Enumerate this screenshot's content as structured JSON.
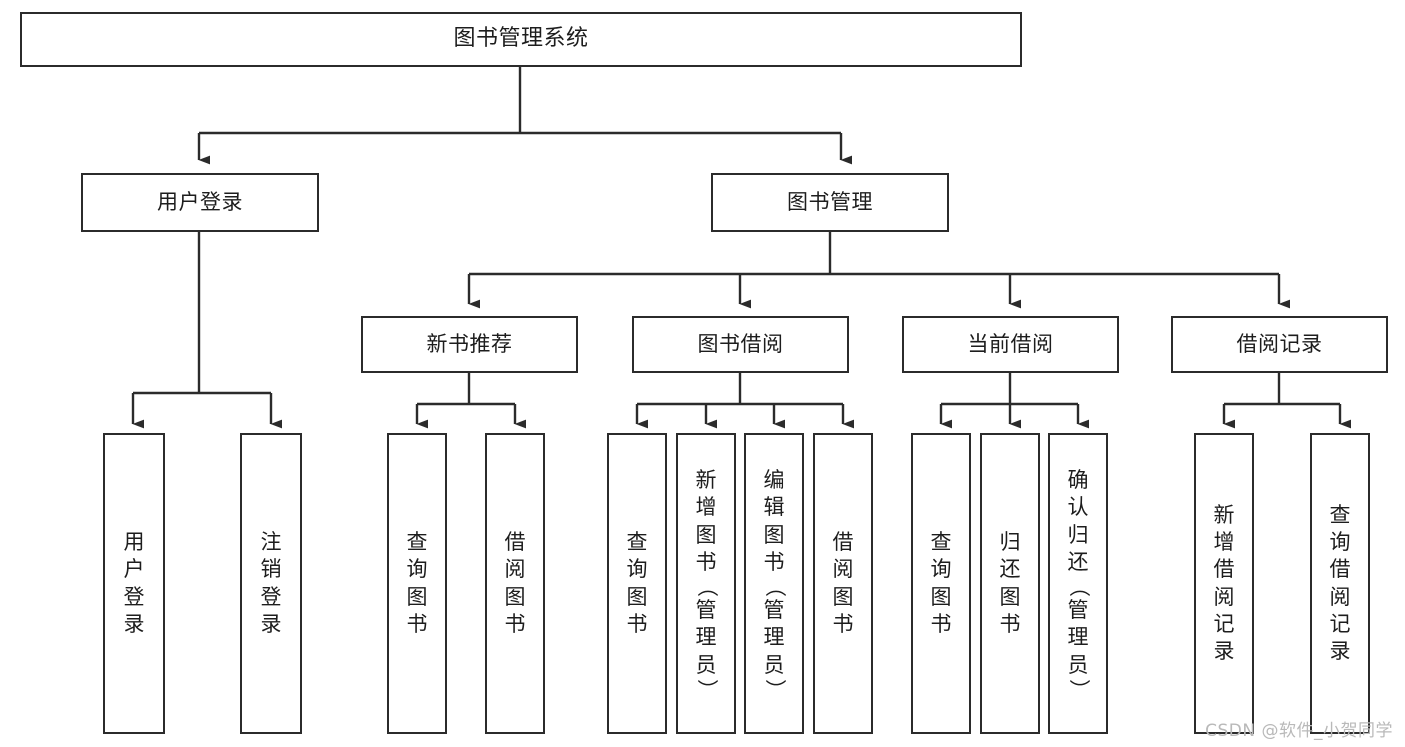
{
  "diagram": {
    "title": "图书管理系统",
    "type": "tree",
    "watermark": "CSDN @软件_小贺同学",
    "levels": {
      "root": {
        "label": "图书管理系统"
      },
      "level2": [
        {
          "label": "用户登录"
        },
        {
          "label": "图书管理"
        }
      ],
      "level3": [
        {
          "label": "新书推荐"
        },
        {
          "label": "图书借阅"
        },
        {
          "label": "当前借阅"
        },
        {
          "label": "借阅记录"
        }
      ],
      "leaves": {
        "user_login": [
          {
            "label": "用户登录"
          },
          {
            "label": "注销登录"
          }
        ],
        "new_book": [
          {
            "label": "查询图书"
          },
          {
            "label": "借阅图书"
          }
        ],
        "borrow_book": [
          {
            "label": "查询图书"
          },
          {
            "label": "新增图书（管理员）"
          },
          {
            "label": "编辑图书（管理员）"
          },
          {
            "label": "借阅图书"
          }
        ],
        "current_borrow": [
          {
            "label": "查询图书"
          },
          {
            "label": "归还图书"
          },
          {
            "label": "确认归还（管理员）"
          }
        ],
        "borrow_record": [
          {
            "label": "新增借阅记录"
          },
          {
            "label": "查询借阅记录"
          }
        ]
      }
    },
    "colors": {
      "stroke": "#2b2b2b",
      "text": "#1d1d1d",
      "background": "#ffffff",
      "watermark": "#b9b9b9"
    }
  }
}
